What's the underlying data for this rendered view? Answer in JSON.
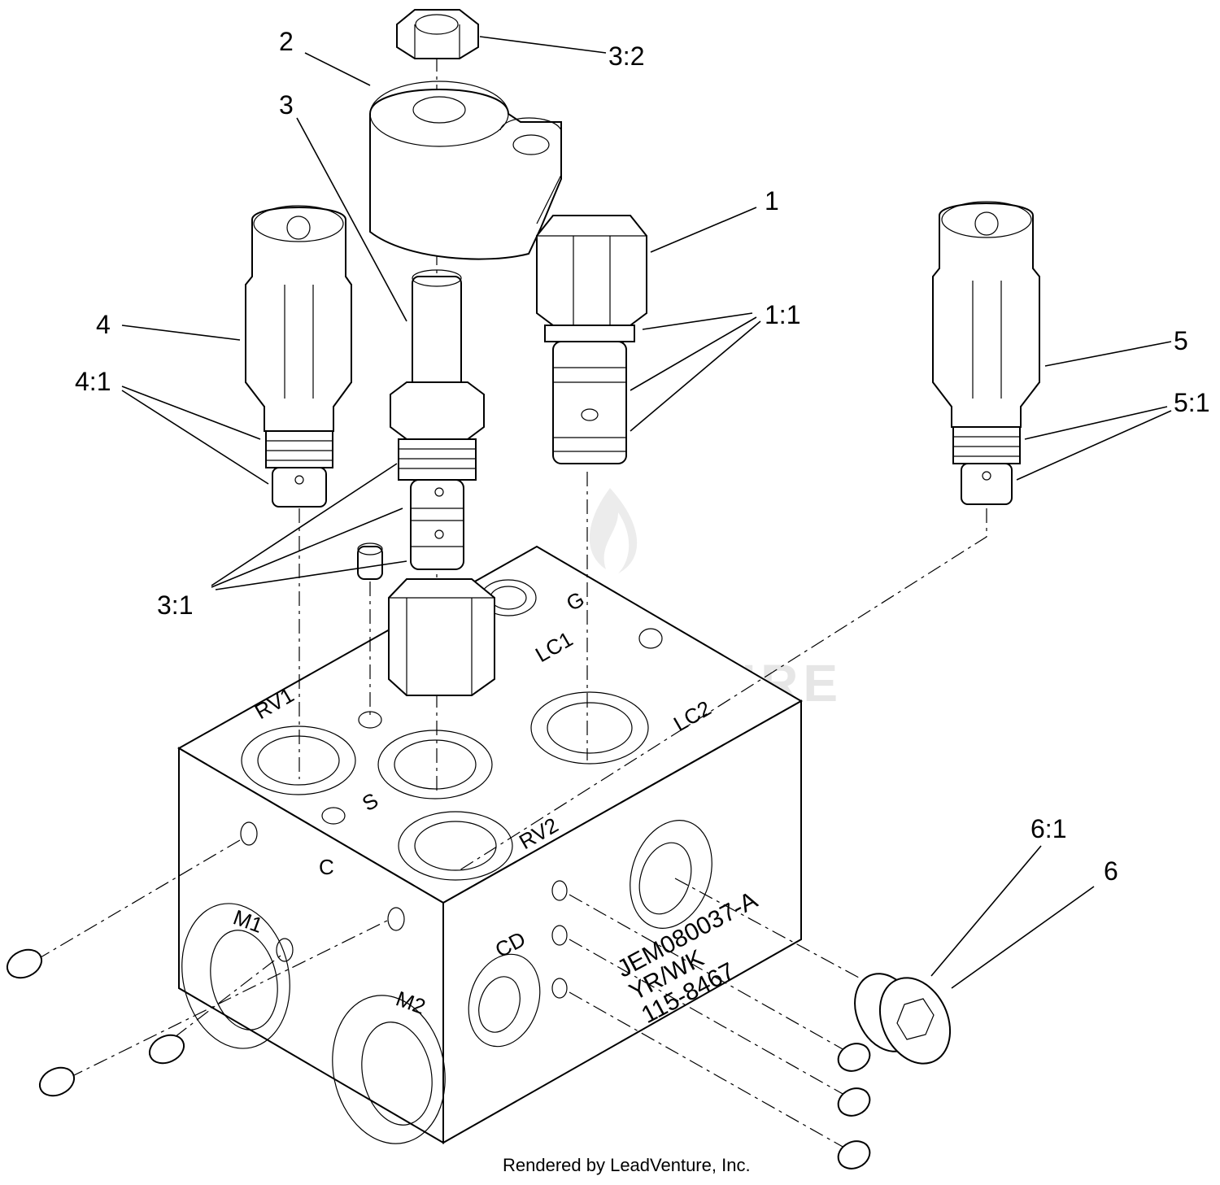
{
  "callouts": {
    "c1": "1",
    "c1_1": "1:1",
    "c2": "2",
    "c3": "3",
    "c3_1": "3:1",
    "c3_2": "3:2",
    "c4": "4",
    "c4_1": "4:1",
    "c5": "5",
    "c5_1": "5:1",
    "c6": "6",
    "c6_1": "6:1"
  },
  "ports": {
    "rv1": "RV1",
    "rv2": "RV2",
    "lc1": "LC1",
    "lc2": "LC2",
    "g": "G",
    "s": "S",
    "c": "C",
    "m1": "M1",
    "m2": "M2",
    "cd": "CD"
  },
  "stamp": {
    "line1": "JEM080037-A",
    "line2": "YR/WK",
    "line3": "115-8467"
  },
  "watermark": "LEADVENTURE",
  "credit": "Rendered by LeadVenture, Inc.",
  "colors": {
    "ink": "#000000",
    "watermark": "#e6e6e6",
    "paper": "#ffffff"
  }
}
